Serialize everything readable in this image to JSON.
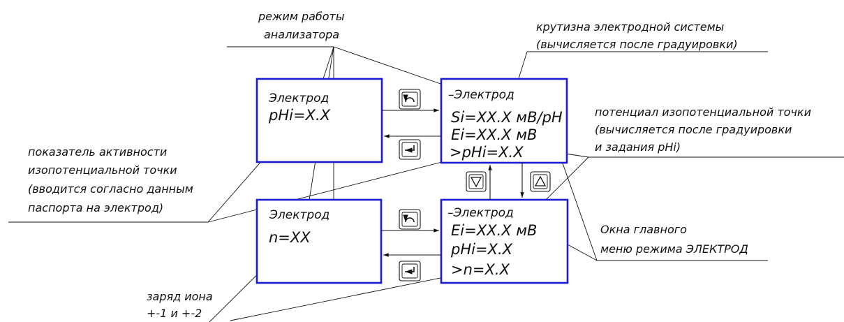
{
  "annotations": {
    "mode": [
      "режим работы",
      "анализатора"
    ],
    "slope": [
      "крутизна электродной системы",
      "(вычисляется после градуировки)"
    ],
    "potential": [
      "потенциал изопотенциальной точки",
      "(вычисляется после градуировки",
      "и задания pHi)"
    ],
    "activity": [
      "показатель активности",
      "изопотенциальной точки",
      "(вводится согласно данным",
      "паспорта на электрод)"
    ],
    "windows": [
      "Окна главного",
      "меню режима ЭЛЕКТРОД"
    ],
    "charge": [
      "заряд иона",
      "+-1 и +-2"
    ]
  },
  "screens": {
    "phi_edit": [
      "Электрод",
      "pHi=X.X"
    ],
    "main_top": [
      "–Электрод",
      "Si=XX.X мВ/pH",
      "Ei=XX.X мВ",
      ">pHi=X.X"
    ],
    "n_edit": [
      "Электрод",
      "n=XX"
    ],
    "main_bottom": [
      "–Электрод",
      "Ei=XX.X мВ",
      "pHi=X.X",
      ">n=X.X"
    ]
  },
  "buttons": {
    "back": "back-arrow-icon",
    "enter": "enter-arrow-icon",
    "down": "down-triangle-icon",
    "up": "up-triangle-icon"
  },
  "colors": {
    "screen_frame": "#1c1cd0",
    "line": "#111111"
  }
}
